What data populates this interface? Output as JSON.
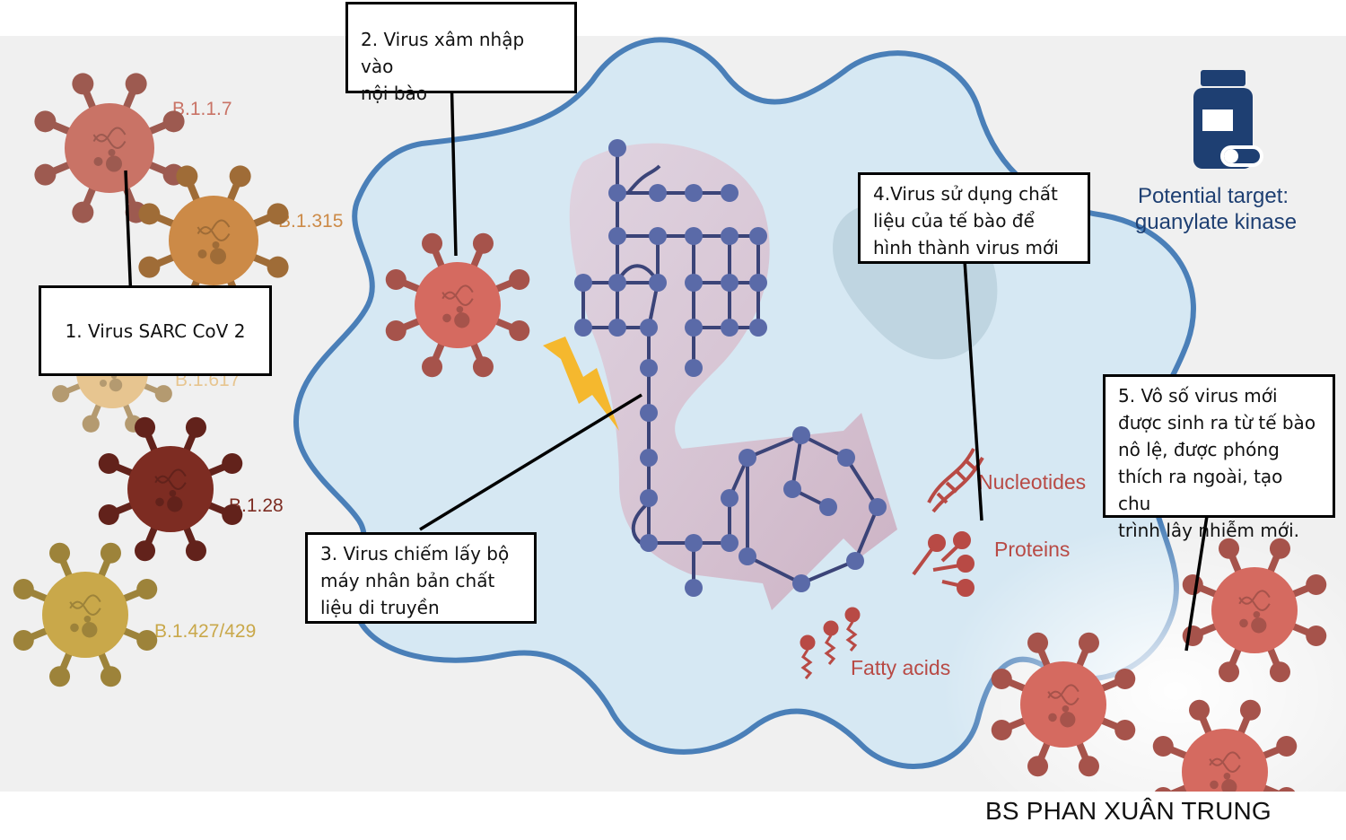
{
  "variants": [
    {
      "label": "B.1.1.7",
      "color": "#c97366"
    },
    {
      "label": "B.1.315",
      "color": "#cc8a47"
    },
    {
      "label": "B.1.617",
      "color": "#e7c590"
    },
    {
      "label": "B.1.28",
      "color": "#7d2c22"
    },
    {
      "label": "B.1.427/429",
      "color": "#c9a84a"
    }
  ],
  "cell_labels": {
    "nucleotides": "Nucleotides",
    "proteins": "Proteins",
    "fatty_acids": "Fatty acids"
  },
  "drug": {
    "line1": "Potential target:",
    "line2": "guanylate kinase",
    "icon": "medicine-bottle-icon",
    "color": "#1e3f72"
  },
  "callouts": {
    "step1": "1. Virus SARC CoV 2",
    "step2": {
      "line1": "2. Virus xâm nhập vào",
      "line2": "nội bào"
    },
    "step3": {
      "line1": "3. Virus chiếm lấy bộ",
      "line2": "máy nhân bản chất",
      "line3": "liệu di truyền"
    },
    "step4": {
      "line1": "4.Virus sử dụng chất",
      "line2": "liệu của tế bào để",
      "line3": "hình thành virus mới"
    },
    "step5": {
      "line1": "5. Vô số virus mới",
      "line2": "được sinh ra từ tế bào",
      "line3": "nô lệ, được phóng",
      "line4": "thích ra ngoài, tạo chu",
      "line5": "trình lây nhiễm mới."
    }
  },
  "credit": "BS PHAN XUÂN TRUNG",
  "colors": {
    "background": "#f0f0f0",
    "cell_fill": "#d6e8f3",
    "cell_outline": "#4a7fb8",
    "network": "#5a6aa8",
    "virus_red": "#d56a60",
    "lightning": "#f5b82e",
    "label_red": "#b84a45"
  }
}
